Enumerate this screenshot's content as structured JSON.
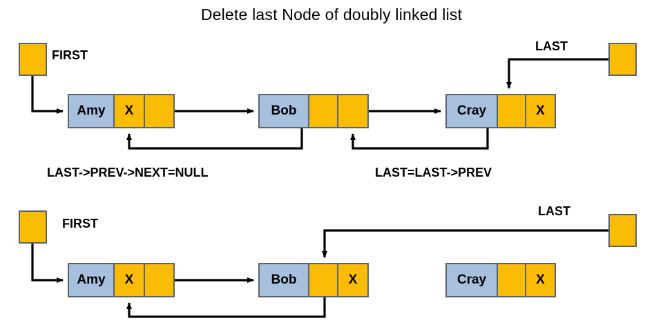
{
  "title": "Delete last Node of doubly linked list",
  "colors": {
    "pointer_box": "#FBBC05",
    "node_data_cell": "#a7c0de",
    "node_link_cell": "#FBBC05",
    "border": "#5a6470",
    "wire": "#000000",
    "background": "#ffffff"
  },
  "rows": [
    {
      "id": "before",
      "first_label": "FIRST",
      "last_label": "LAST",
      "nodes": [
        {
          "name": "amy",
          "data": "Amy",
          "prev": "X",
          "next": ""
        },
        {
          "name": "bob",
          "data": "Bob",
          "prev": "",
          "next": ""
        },
        {
          "name": "cray",
          "data": "Cray",
          "prev": "",
          "next": "X"
        }
      ],
      "captions": [
        "LAST->PREV->NEXT=NULL",
        "LAST=LAST->PREV"
      ]
    },
    {
      "id": "after",
      "first_label": "FIRST",
      "last_label": "LAST",
      "nodes": [
        {
          "name": "amy",
          "data": "Amy",
          "prev": "X",
          "next": ""
        },
        {
          "name": "bob",
          "data": "Bob",
          "prev": "",
          "next": "X"
        },
        {
          "name": "cray",
          "data": "Cray",
          "prev": "",
          "next": "X"
        }
      ],
      "captions": []
    }
  ]
}
